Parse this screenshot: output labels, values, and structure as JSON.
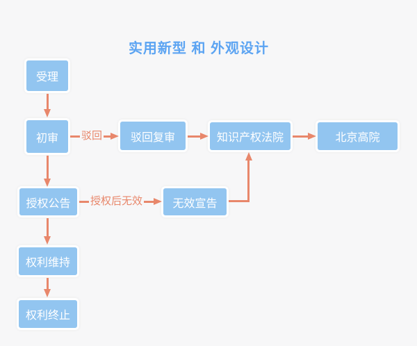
{
  "title": "实用新型 和 外观设计",
  "colors": {
    "background": "#f7f7f8",
    "node_fill": "#92c5f0",
    "node_border": "#ffffff",
    "node_text": "#ffffff",
    "arrow": "#e8876b",
    "title_text": "#5ca4f2"
  },
  "nodes": {
    "shouli": {
      "label": "受理"
    },
    "chushen": {
      "label": "初审"
    },
    "bohuifushen": {
      "label": "驳回复审"
    },
    "ipcourt": {
      "label": "知识产权法院"
    },
    "bjgaoyuan": {
      "label": "北京高院"
    },
    "shouquangonggao": {
      "label": "授权公告"
    },
    "wuxiaoxuangao": {
      "label": "无效宣告"
    },
    "quanliweichi": {
      "label": "权利维持"
    },
    "quanlizhongzhi": {
      "label": "权利终止"
    }
  },
  "edge_labels": {
    "rejected": "驳回",
    "invalid_after_grant": "授权后无效"
  },
  "edges": [
    {
      "from": "受理",
      "to": "初审",
      "label": ""
    },
    {
      "from": "初审",
      "to": "驳回复审",
      "label": "驳回"
    },
    {
      "from": "驳回复审",
      "to": "知识产权法院",
      "label": ""
    },
    {
      "from": "知识产权法院",
      "to": "北京高院",
      "label": ""
    },
    {
      "from": "初审",
      "to": "授权公告",
      "label": ""
    },
    {
      "from": "授权公告",
      "to": "无效宣告",
      "label": "授权后无效"
    },
    {
      "from": "无效宣告",
      "to": "知识产权法院",
      "label": ""
    },
    {
      "from": "授权公告",
      "to": "权利维持",
      "label": ""
    },
    {
      "from": "权利维持",
      "to": "权利终止",
      "label": ""
    }
  ]
}
